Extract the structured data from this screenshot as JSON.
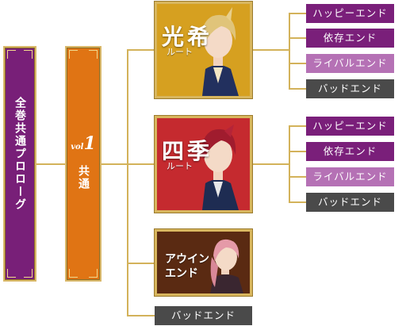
{
  "prologue": {
    "label": "全巻共通プロローグ",
    "color": "#781f78"
  },
  "common": {
    "vol_label": "vol",
    "vol_number": "1",
    "label": "共通",
    "color": "#e07414"
  },
  "routes": [
    {
      "name": "光希",
      "subtitle": "ルート",
      "bg": "#d6a020",
      "endings": [
        "ハッピーエンド",
        "依存エンド",
        "ライバルエンド",
        "バッドエンド"
      ]
    },
    {
      "name": "四季",
      "subtitle": "ルート",
      "bg": "#c52a2f",
      "endings": [
        "ハッピーエンド",
        "依存エンド",
        "ライバルエンド",
        "バッドエンド"
      ]
    }
  ],
  "third_card": {
    "name_line1": "アウイン",
    "name_line2": "エンド",
    "bg": "#5a2a12"
  },
  "final_ending": "バッドエンド",
  "ending_colors": {
    "happy": "#7a1f7a",
    "dependence": "#7a1f7a",
    "rival": "#b571b5",
    "bad": "#4a4a4a"
  },
  "line_color": "#d3b25a"
}
